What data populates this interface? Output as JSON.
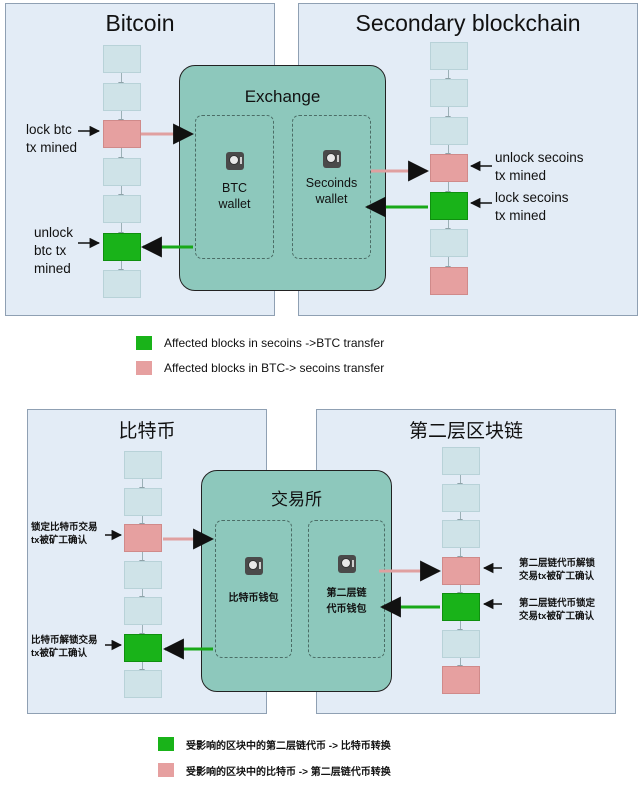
{
  "colors": {
    "panel_bg": "#e3ecf6",
    "exchange_bg": "#8dc8bc",
    "block_default": "#cfe3e8",
    "block_green": "#19b319",
    "block_pink": "#e6a0a0",
    "arrow_green": "#18a818",
    "arrow_pink": "#e0a0a0"
  },
  "english": {
    "left_title": "Bitcoin",
    "right_title": "Secondary blockchain",
    "exchange_title": "Exchange",
    "left_wallet": "BTC\nwallet",
    "right_wallet": "Secoinds\nwallet",
    "lock_btc": "lock btc\ntx mined",
    "unlock_btc": "unlock\nbtc tx\nmined",
    "unlock_secoins": "unlock secoins\ntx mined",
    "lock_secoins": "lock secoins\ntx mined",
    "legend_green": "Affected blocks in secoins ->BTC transfer",
    "legend_pink": "Affected blocks in BTC-> secoins transfer"
  },
  "chinese": {
    "left_title": "比特币",
    "right_title": "第二层区块链",
    "exchange_title": "交易所",
    "left_wallet": "比特币钱包",
    "right_wallet": "第二层链\n代币钱包",
    "lock_btc": "锁定比特币交易\ntx被矿工确认",
    "unlock_btc": "比特币解锁交易\ntx被矿工确认",
    "unlock_secoins": "第二层链代币解锁\n交易tx被矿工确认",
    "lock_secoins": "第二层链代币锁定\n交易tx被矿工确认",
    "legend_green": "受影响的区块中的第二层链代币 -> 比特币转换",
    "legend_pink": "受影响的区块中的比特币 -> 第二层链代币转换"
  }
}
